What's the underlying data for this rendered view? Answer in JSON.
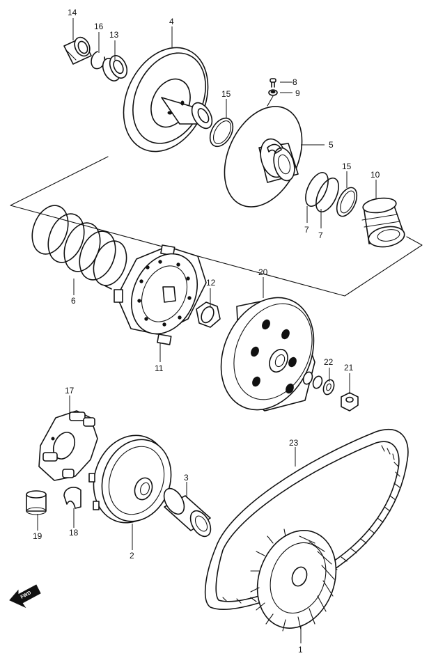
{
  "callouts": {
    "c1": "1",
    "c2": "2",
    "c3": "3",
    "c4": "4",
    "c5": "5",
    "c6": "6",
    "c7a": "7",
    "c7b": "7",
    "c8": "8",
    "c9": "9",
    "c10": "10",
    "c11": "11",
    "c12": "12",
    "c13": "13",
    "c14": "14",
    "c15a": "15",
    "c15b": "15",
    "c16": "16",
    "c17": "17",
    "c18": "18",
    "c19": "19",
    "c20": "20",
    "c21": "21",
    "c22": "22",
    "c23": "23"
  },
  "fwd_badge": {
    "text": "FWD"
  }
}
